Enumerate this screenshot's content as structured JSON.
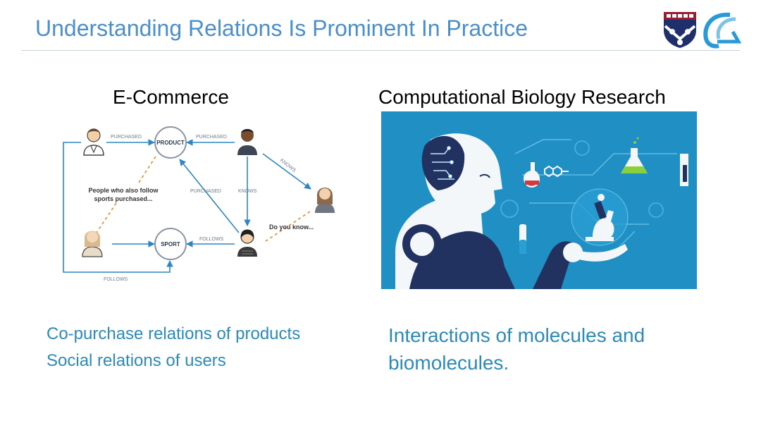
{
  "slide": {
    "title": "Understanding Relations Is Prominent In Practice"
  },
  "left_panel": {
    "heading": "E-Commerce",
    "graph": {
      "nodes": {
        "product": "PRODUCT",
        "sport": "SPORT"
      },
      "edge_labels": {
        "purchased_top_left": "PURCHASED",
        "purchased_top_right": "PURCHASED",
        "purchased_diagonal": "PURCHASED",
        "knows_vertical": "KNOWS",
        "knows_diagonal": "KNOWS",
        "follows_right": "FOLLOWS",
        "follows_bottom": "FOLLOWS"
      },
      "annotations": {
        "also_follow_line1": "People who also follow",
        "also_follow_line2": "sports purchased...",
        "do_you_know": "Do you know..."
      }
    },
    "captions": [
      "Co-purchase relations of products",
      "Social relations of users"
    ]
  },
  "right_panel": {
    "heading": "Computational Biology Research",
    "captions": [
      "Interactions of molecules and",
      "biomolecules."
    ]
  },
  "colors": {
    "title": "#4a8fc9",
    "caption": "#2c8ab8",
    "edge": "#2f86c2",
    "dashed": "#e08a2c",
    "bio_bg": "#1f8fc4",
    "robot_dark": "#223260",
    "penn_red": "#9b1c31",
    "penn_blue": "#1f2f6b"
  }
}
